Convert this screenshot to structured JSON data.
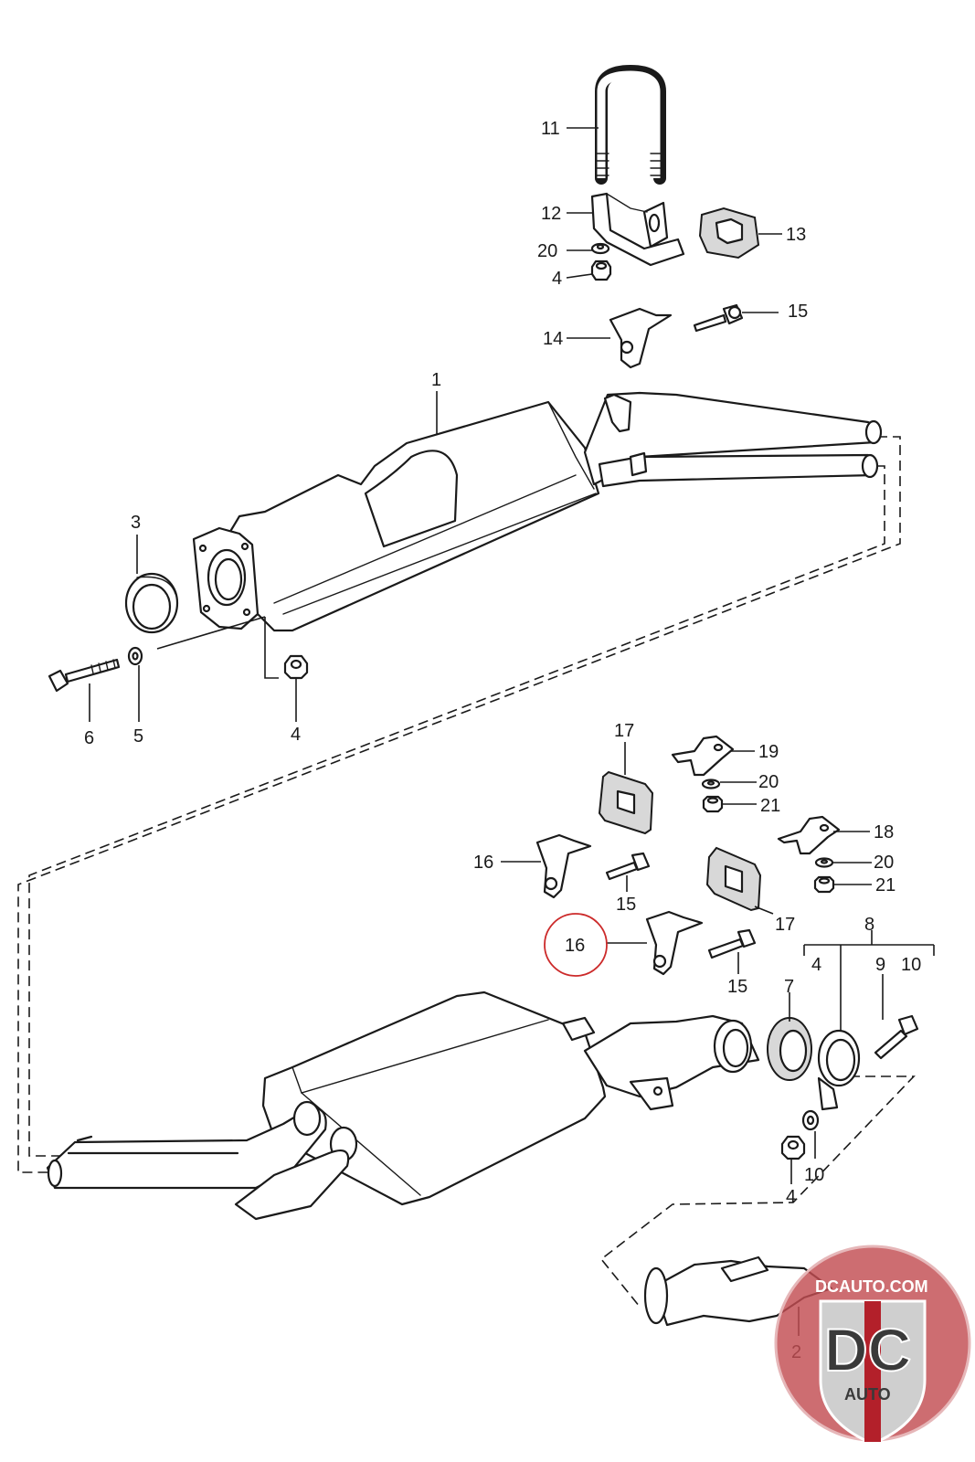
{
  "labels": {
    "p1": "1",
    "p2": "2",
    "p3": "3",
    "p4a": "4",
    "p4b": "4",
    "p4c": "4",
    "p4d": "4",
    "p5": "5",
    "p6": "6",
    "p7": "7",
    "p8": "8",
    "p9": "9",
    "p10a": "10",
    "p10b": "10",
    "p11": "11",
    "p12": "12",
    "p13": "13",
    "p14": "14",
    "p15a": "15",
    "p15b": "15",
    "p15c": "15",
    "p16a": "16",
    "p16b": "16",
    "p17a": "17",
    "p17b": "17",
    "p18": "18",
    "p19": "19",
    "p20a": "20",
    "p20b": "20",
    "p20c": "20",
    "p21a": "21",
    "p21b": "21"
  },
  "highlight": {
    "part": "16",
    "color": "#cc2a2a"
  },
  "watermark": {
    "url_text": "DCAUTO.COM",
    "logo_letters": "DC",
    "logo_subtext": "AUTO",
    "colors": {
      "badge": "#c24d52",
      "shield": "#cfcfcf",
      "stripe": "#b3202a"
    }
  },
  "colors": {
    "line": "#1a1a1a",
    "background": "#ffffff",
    "rubber": "#d8d8d8"
  }
}
